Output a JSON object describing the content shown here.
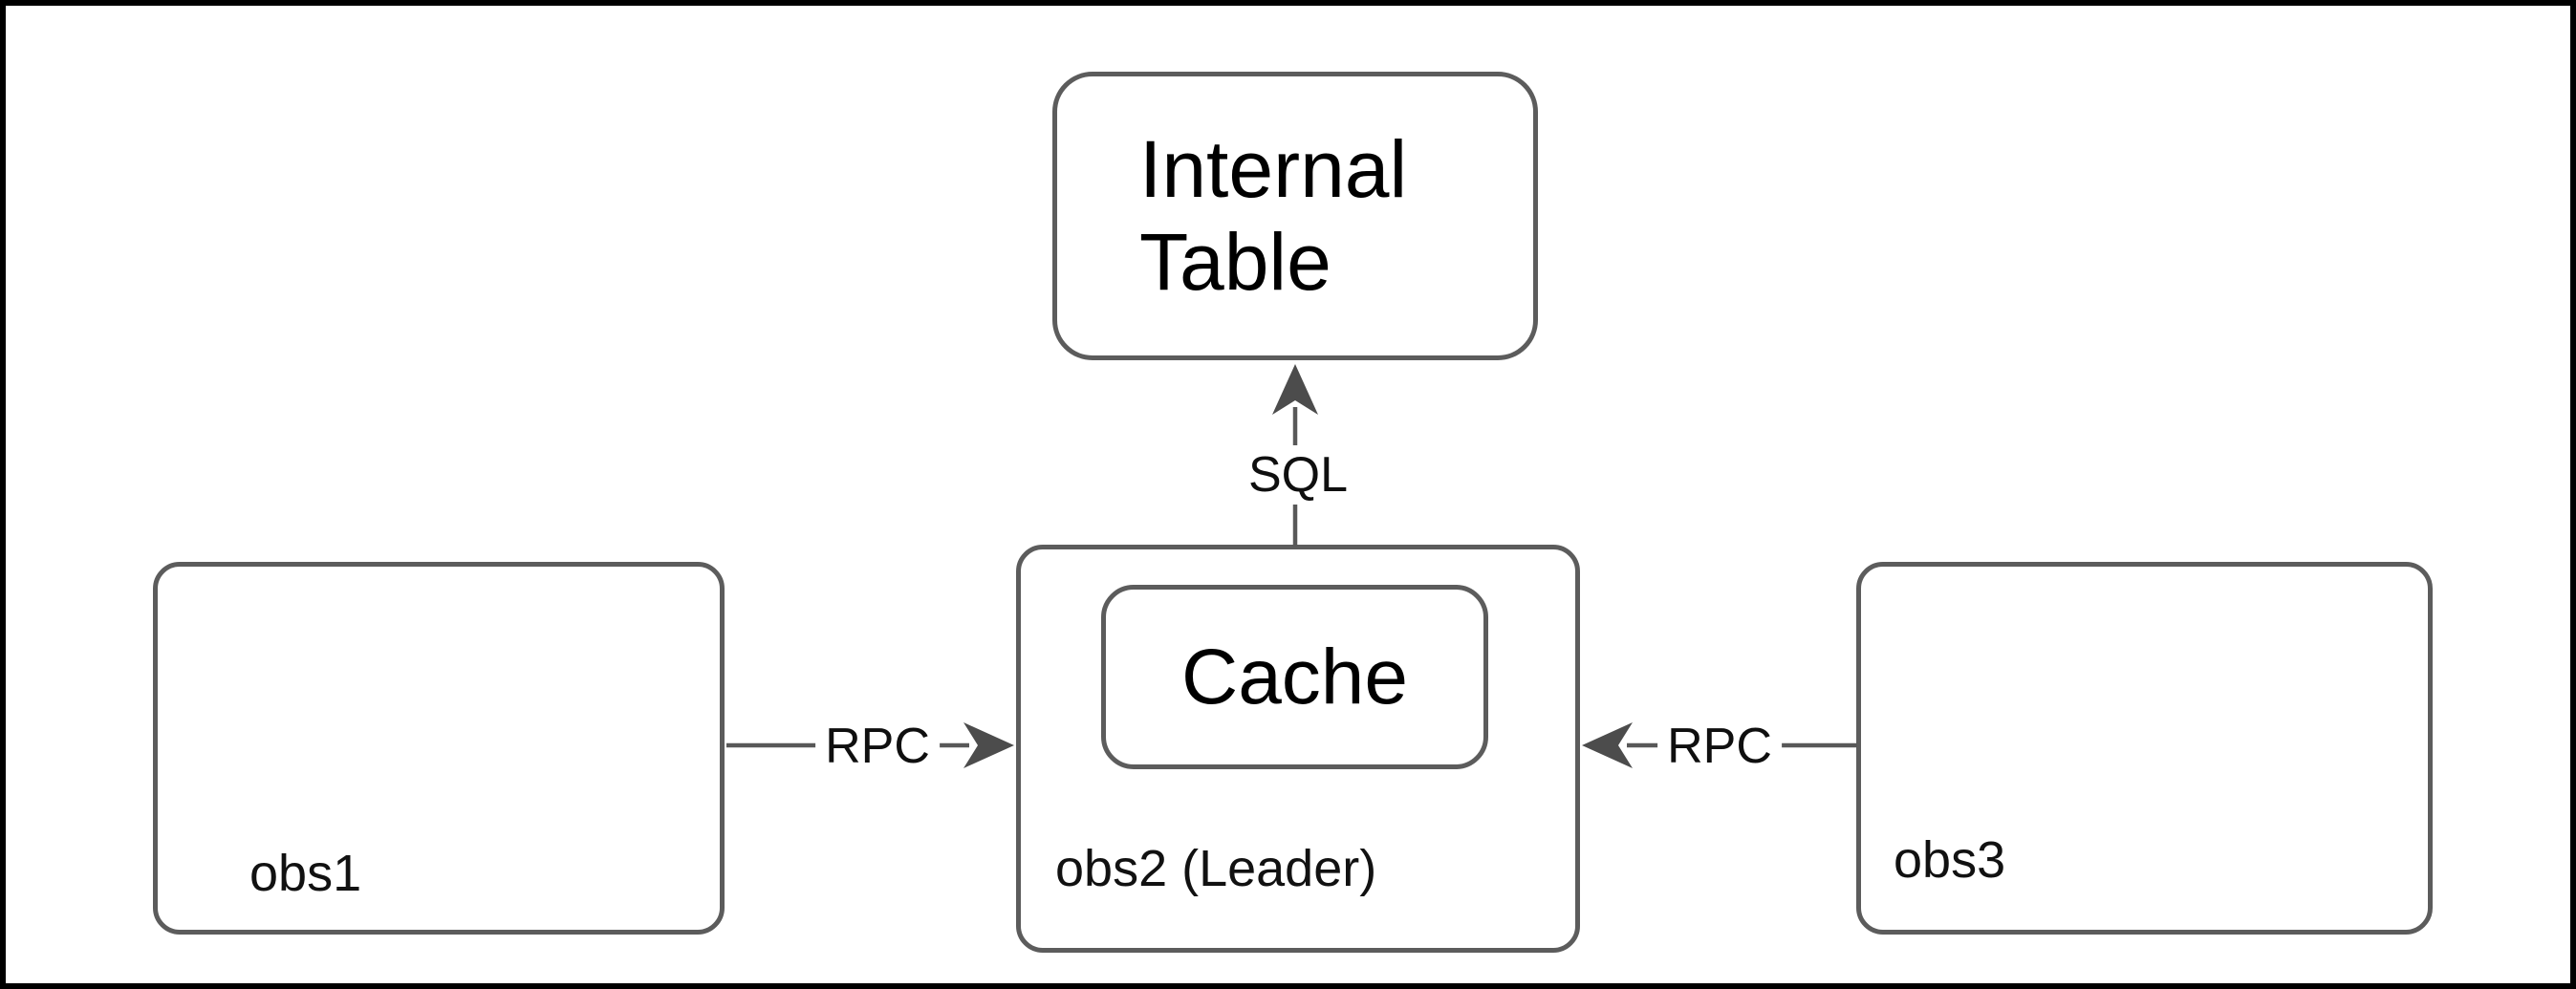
{
  "diagram": {
    "nodes": {
      "internal_table": {
        "label": "Internal Table"
      },
      "obs1": {
        "label": "obs1"
      },
      "obs2": {
        "label": "obs2 (Leader)"
      },
      "cache": {
        "label": "Cache"
      },
      "obs3": {
        "label": "obs3"
      }
    },
    "edges": [
      {
        "id": "sql",
        "from": "obs2",
        "to": "internal_table",
        "label": "SQL",
        "direction": "up"
      },
      {
        "id": "rpc-left",
        "from": "obs1",
        "to": "obs2",
        "label": "RPC",
        "direction": "right"
      },
      {
        "id": "rpc-right",
        "from": "obs3",
        "to": "obs2",
        "label": "RPC",
        "direction": "left"
      }
    ],
    "colors": {
      "background": "#ffffff",
      "frame_border": "#000000",
      "node_border": "#5c5c5c",
      "edge_stroke": "#585858",
      "arrowhead_fill": "#4c4c4c",
      "node_text": "#000000",
      "edge_text": "#0f0f0f"
    }
  }
}
